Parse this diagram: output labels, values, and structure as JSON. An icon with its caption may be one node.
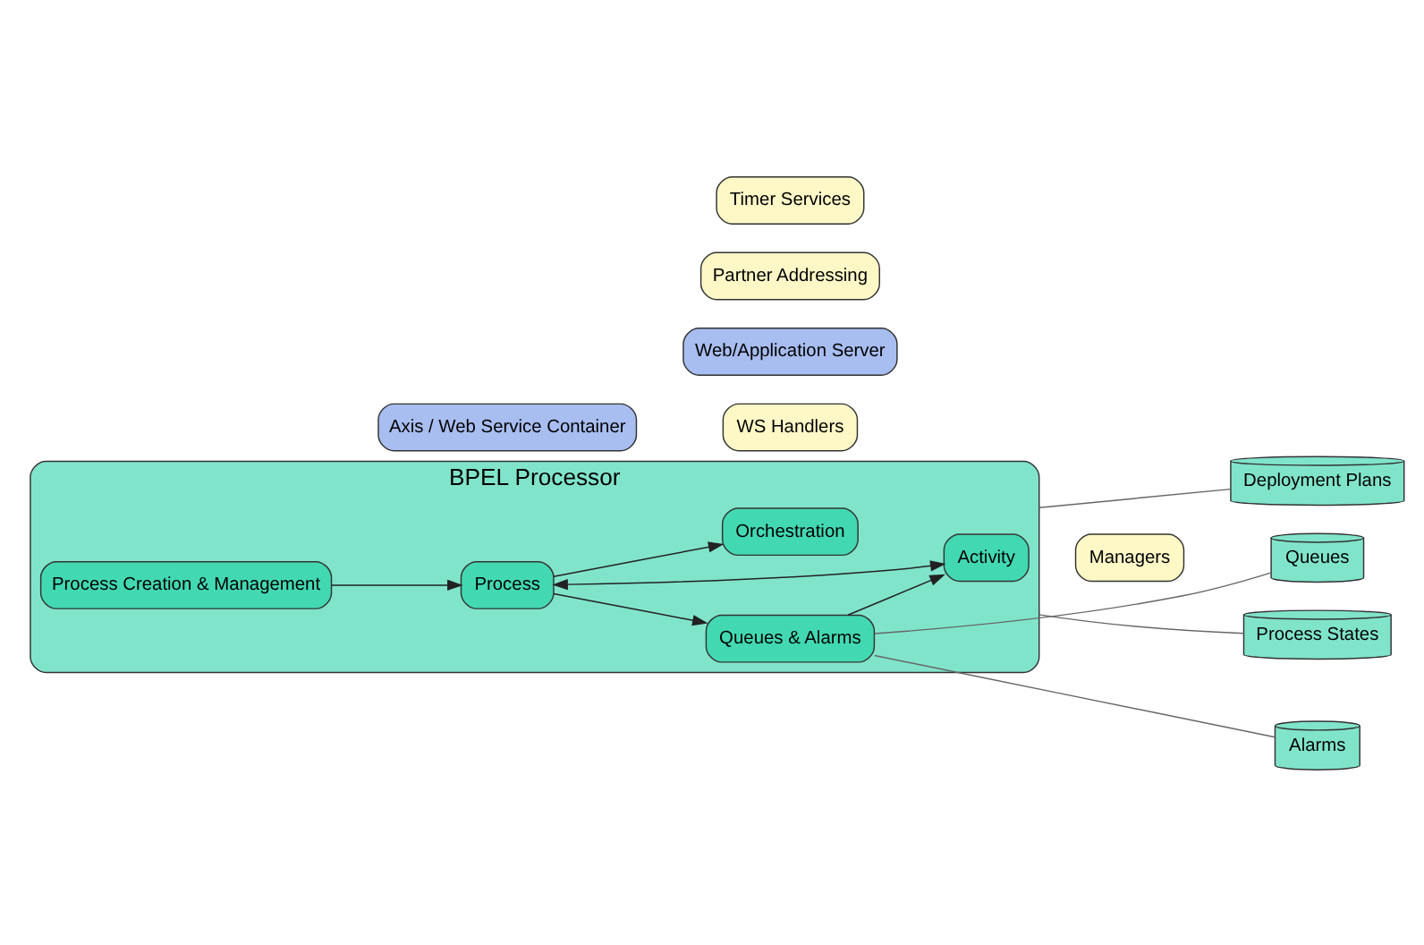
{
  "diagram": {
    "nodes": [
      {
        "text": [
          "Axis / Web Service Container"
        ]
      },
      {
        "text": [
          "WS Handlers"
        ]
      },
      {
        "text": [
          "Partner Addressing"
        ]
      },
      {
        "text": [
          "Timer Services"
        ]
      },
      {
        "text": [
          "BPEL Processor"
        ]
      },
      {
        "text": [
          "Orchestration"
        ],
        "in": 4
      },
      {
        "text": [
          "Process Creation & Management"
        ],
        "in": 4
      },
      {
        "text": [
          "Queues & Alarms"
        ],
        "in": 4
      },
      {
        "text": [
          "Process"
        ],
        "in": 4
      },
      {
        "text": [
          "Activity"
        ],
        "in": 4
      },
      {
        "text": [
          "Managers"
        ]
      },
      {
        "text": [
          "Deployment Plans"
        ]
      },
      {
        "text": [
          "Process States"
        ]
      },
      {
        "text": [
          "Queues"
        ]
      },
      {
        "text": [
          "Alarms"
        ]
      },
      {
        "text": [
          "Web/Application Server"
        ]
      }
    ],
    "edges": [
      {
        "from": 6,
        "to": 8,
        "arrow": "to"
      },
      {
        "from": 8,
        "to": 7,
        "arrow": "to"
      },
      {
        "from": 7,
        "to": 9,
        "arrow": "to"
      },
      {
        "from": 8,
        "to": 5,
        "arrow": "to"
      },
      {
        "from": 8,
        "to": 9,
        "arrow": "both"
      },
      {
        "from": 4,
        "to": 11,
        "arrow": "none"
      },
      {
        "from": 4,
        "to": 12,
        "arrow": "none"
      },
      {
        "from": 7,
        "to": 13,
        "arrow": "none"
      },
      {
        "from": 7,
        "to": 14,
        "arrow": "none"
      }
    ]
  }
}
